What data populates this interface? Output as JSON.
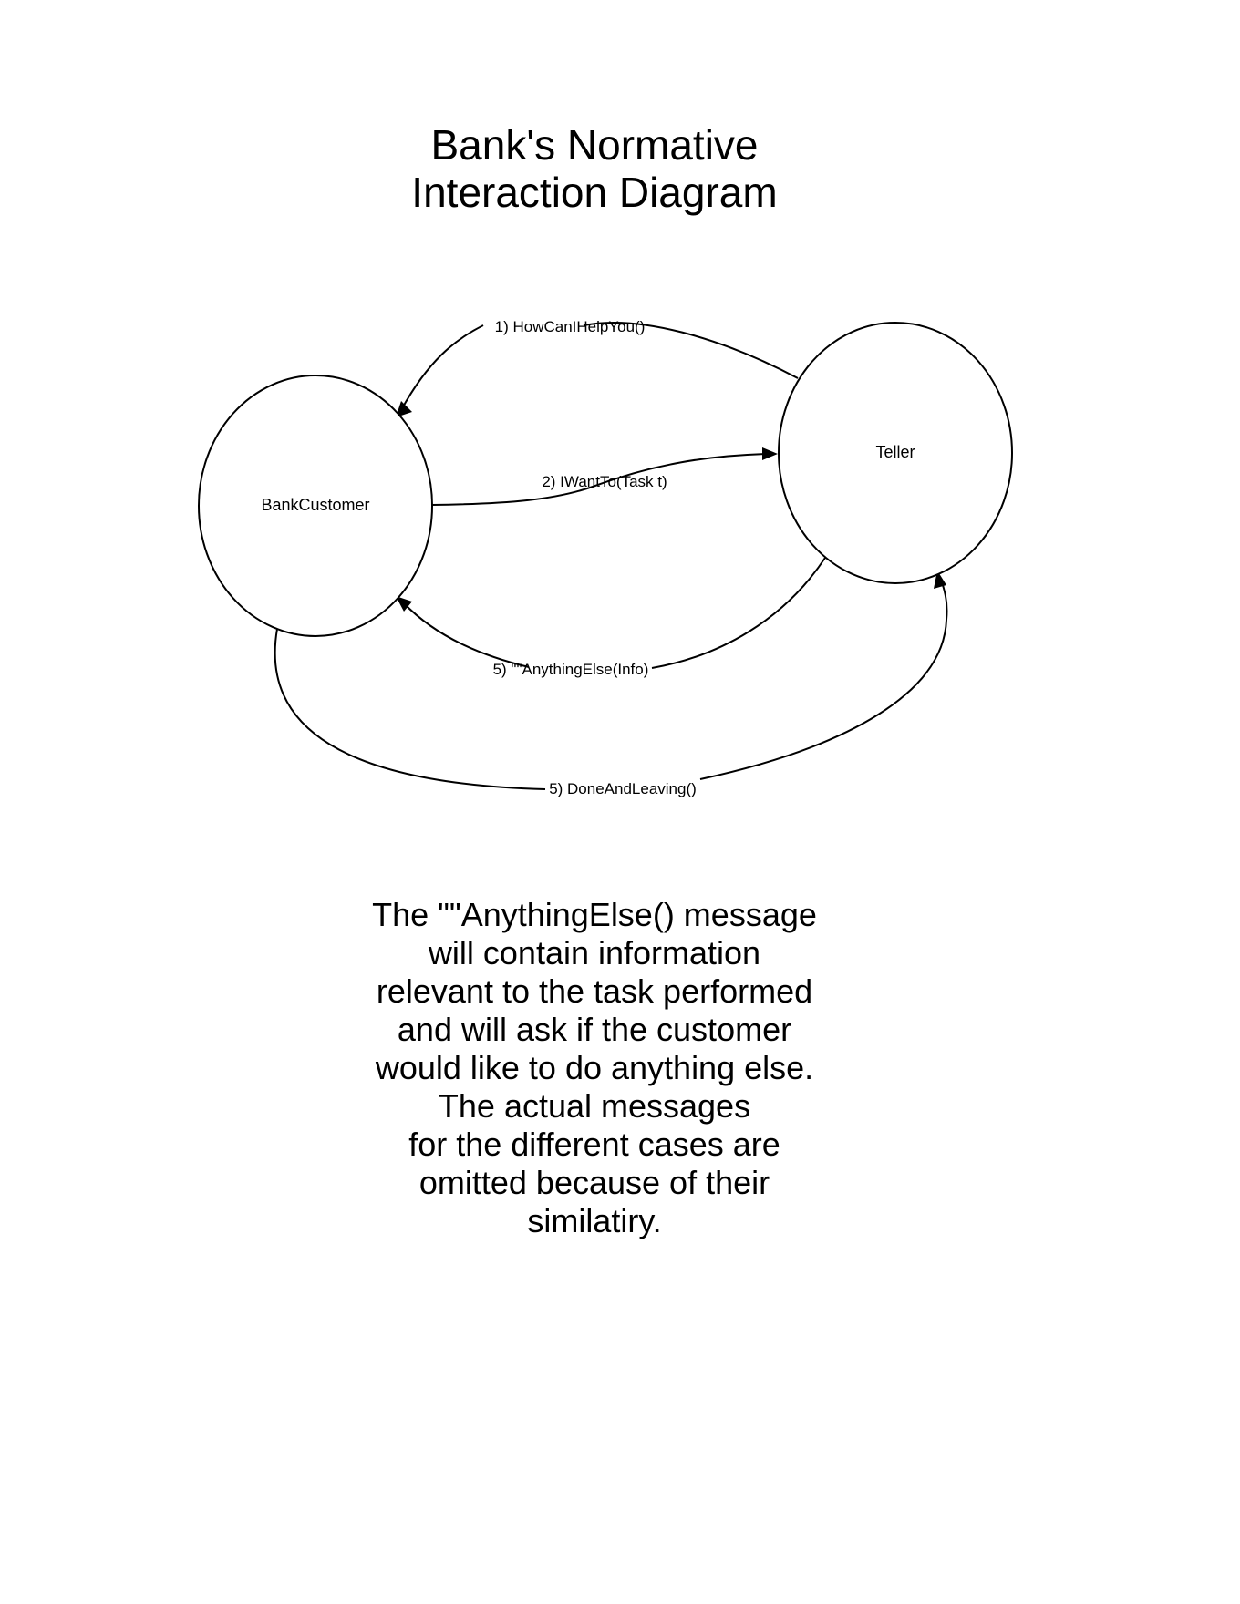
{
  "title": {
    "lines": [
      "Bank's Normative",
      "Interaction Diagram"
    ]
  },
  "nodes": {
    "customer": {
      "label": "BankCustomer"
    },
    "teller": {
      "label": "Teller"
    }
  },
  "edges": {
    "how_can_i_help": {
      "label": "1) HowCanIHelpYou()"
    },
    "i_want_to": {
      "label": "2) IWantTo(Task t)"
    },
    "anything_else": {
      "label": "5) \"\"AnythingElse(Info)"
    },
    "done_and_leaving": {
      "label": "5) DoneAndLeaving()"
    }
  },
  "note": {
    "lines": [
      "The \"\"AnythingElse() message",
      "will contain information",
      "relevant to the task performed",
      "and will ask if the customer",
      "would like to do anything else.",
      "The actual messages",
      "for the different cases are",
      "omitted because of their",
      "similatiry."
    ]
  }
}
